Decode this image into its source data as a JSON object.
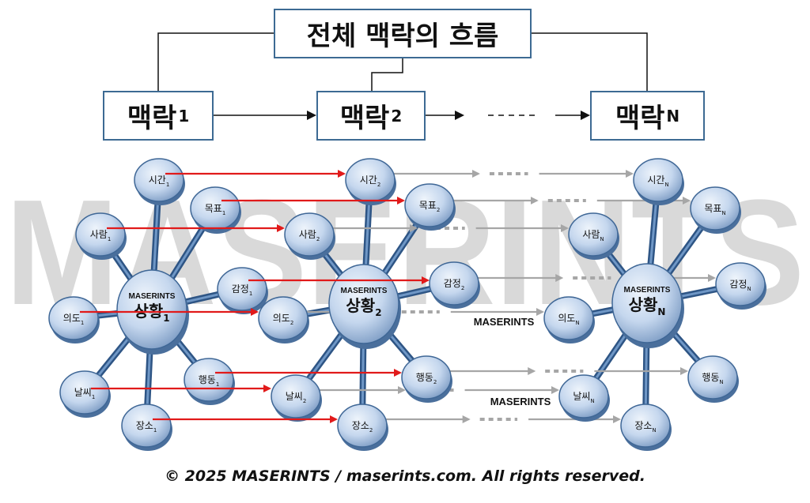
{
  "watermark": "MASERINTS",
  "top": {
    "flow_title": "전체 맥락의 흐름",
    "contexts": [
      {
        "label": "맥락",
        "sub": "1"
      },
      {
        "label": "맥락",
        "sub": "2"
      },
      {
        "label": "맥락",
        "sub": "N"
      }
    ]
  },
  "clusters": [
    {
      "center": {
        "label": "상황",
        "sub": "1",
        "brand": "MASERINTS"
      },
      "nodes": [
        {
          "key": "time",
          "label": "시간",
          "sub": "1"
        },
        {
          "key": "goal",
          "label": "목표",
          "sub": "1"
        },
        {
          "key": "person",
          "label": "사람",
          "sub": "1"
        },
        {
          "key": "emotion",
          "label": "감정",
          "sub": "1"
        },
        {
          "key": "intent",
          "label": "의도",
          "sub": "1"
        },
        {
          "key": "action",
          "label": "행동",
          "sub": "1"
        },
        {
          "key": "weather",
          "label": "날씨",
          "sub": "1"
        },
        {
          "key": "place",
          "label": "장소",
          "sub": "1"
        }
      ]
    },
    {
      "center": {
        "label": "상황",
        "sub": "2",
        "brand": "MASERINTS"
      },
      "nodes": [
        {
          "key": "time",
          "label": "시간",
          "sub": "2"
        },
        {
          "key": "goal",
          "label": "목표",
          "sub": "2"
        },
        {
          "key": "person",
          "label": "사람",
          "sub": "2"
        },
        {
          "key": "emotion",
          "label": "감정",
          "sub": "2"
        },
        {
          "key": "intent",
          "label": "의도",
          "sub": "2"
        },
        {
          "key": "action",
          "label": "행동",
          "sub": "2"
        },
        {
          "key": "weather",
          "label": "날씨",
          "sub": "2"
        },
        {
          "key": "place",
          "label": "장소",
          "sub": "2"
        }
      ]
    },
    {
      "center": {
        "label": "상황",
        "sub": "N",
        "brand": "MASERINTS"
      },
      "nodes": [
        {
          "key": "time",
          "label": "시간",
          "sub": "N"
        },
        {
          "key": "goal",
          "label": "목표",
          "sub": "N"
        },
        {
          "key": "person",
          "label": "사람",
          "sub": "N"
        },
        {
          "key": "emotion",
          "label": "감정",
          "sub": "N"
        },
        {
          "key": "intent",
          "label": "의도",
          "sub": "N"
        },
        {
          "key": "action",
          "label": "행동",
          "sub": "N"
        },
        {
          "key": "weather",
          "label": "날씨",
          "sub": "N"
        },
        {
          "key": "place",
          "label": "장소",
          "sub": "N"
        }
      ]
    }
  ],
  "inline_brand_labels": [
    "MASERINTS",
    "MASERINTS"
  ],
  "footer": "© 2025 MASERINTS / maserints.com. All rights reserved.",
  "colors": {
    "box_border": "#3d6a93",
    "node_fill": "#c5d7ee",
    "spoke": "#3a679a",
    "red_arrow": "#e11a1a",
    "gray_arrow": "#a6a6a6",
    "watermark": "#d9d9d9"
  }
}
